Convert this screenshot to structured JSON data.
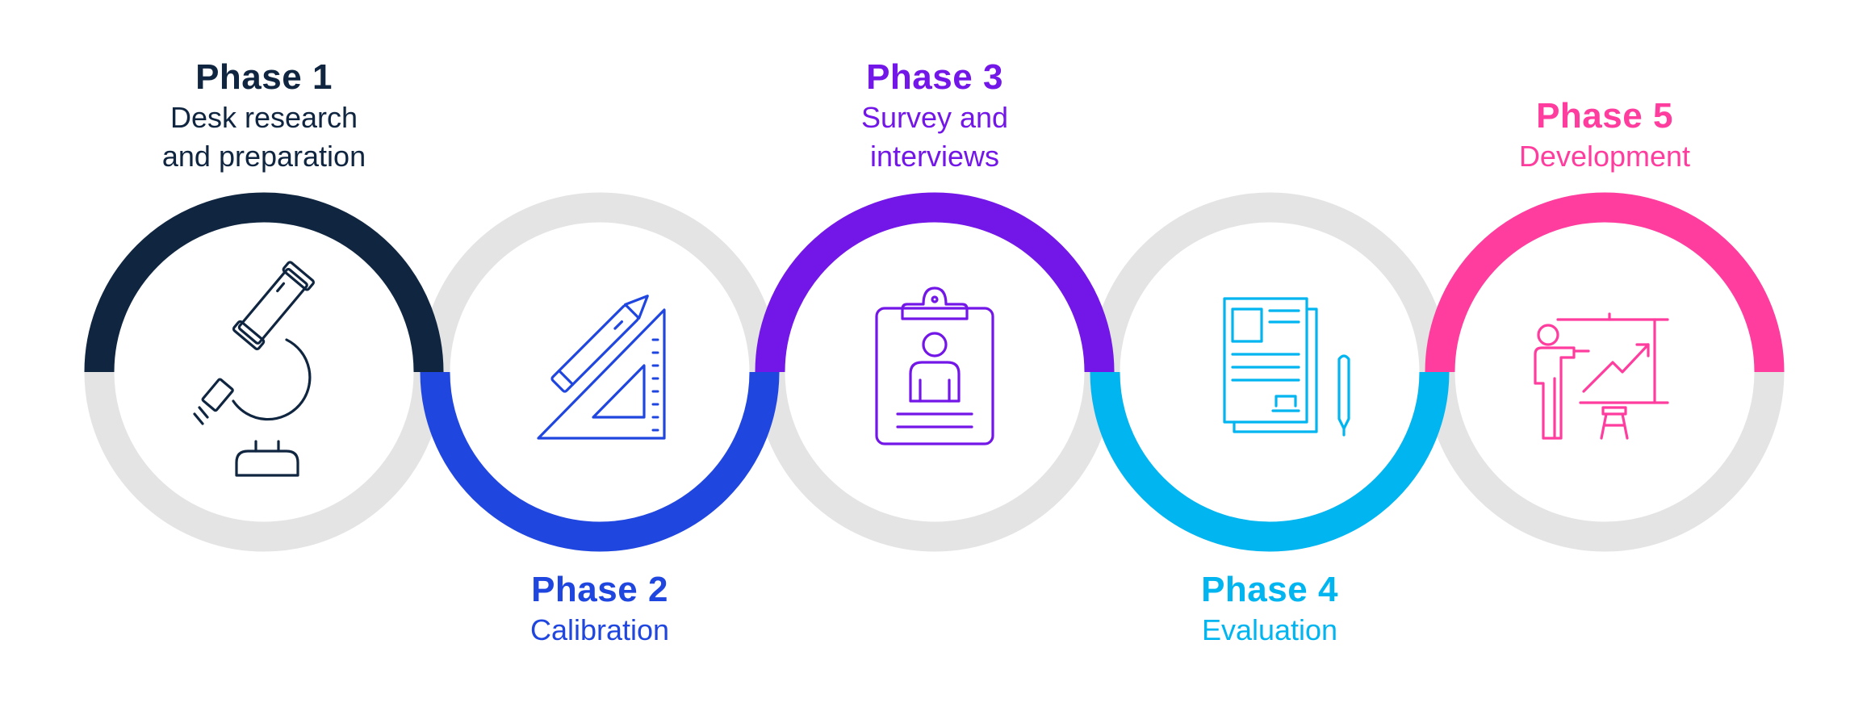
{
  "phases": [
    {
      "title": "Phase 1",
      "subtitle": [
        "Desk research",
        "and preparation"
      ],
      "color": "#0f2540",
      "arc": "top",
      "icon": "microscope-icon"
    },
    {
      "title": "Phase 2",
      "subtitle": [
        "Calibration"
      ],
      "color": "#2046e0",
      "arc": "bottom",
      "icon": "pencil-set-square-icon"
    },
    {
      "title": "Phase 3",
      "subtitle": [
        "Survey and",
        "interviews"
      ],
      "color": "#7316e8",
      "arc": "top",
      "icon": "clipboard-person-icon"
    },
    {
      "title": "Phase 4",
      "subtitle": [
        "Evaluation"
      ],
      "color": "#00b5f0",
      "arc": "bottom",
      "icon": "documents-pen-icon"
    },
    {
      "title": "Phase 5",
      "subtitle": [
        "Development"
      ],
      "color": "#ff3d9e",
      "arc": "top",
      "icon": "presentation-growth-icon"
    }
  ],
  "ring_color": "#e4e4e4"
}
